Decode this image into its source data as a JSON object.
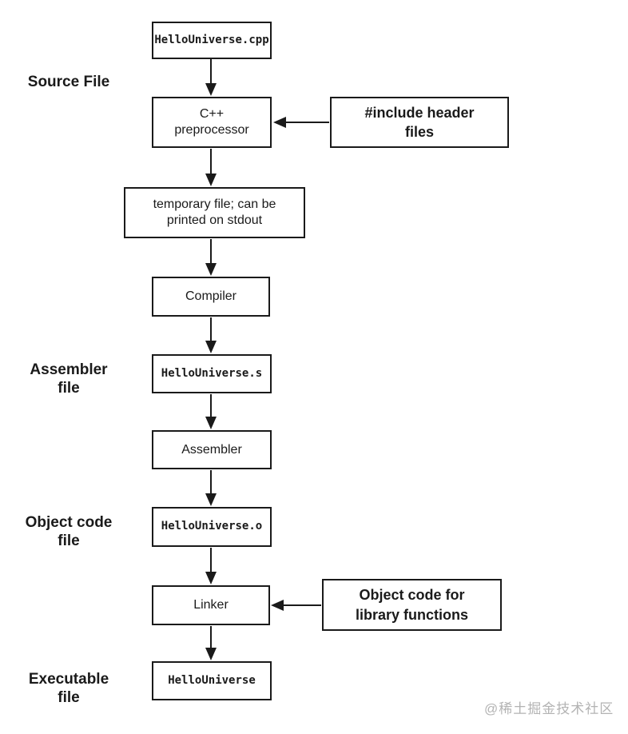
{
  "diagram": {
    "stage_labels": {
      "source_file": "Source File",
      "assembler_file": "Assembler\nfile",
      "object_code_file": "Object code\nfile",
      "executable_file": "Executable\nfile"
    },
    "nodes": {
      "source": "HelloUniverse.cpp",
      "preprocessor": "C++\npreprocessor",
      "include_headers": "#include header\nfiles",
      "temp_file": "temporary file; can be\nprinted on stdout",
      "compiler": "Compiler",
      "assembly_file": "HelloUniverse.s",
      "assembler": "Assembler",
      "object_file": "HelloUniverse.o",
      "linker": "Linker",
      "library_objects": "Object code for\nlibrary functions",
      "executable": "HelloUniverse"
    },
    "watermark": "@稀土掘金技术社区",
    "colors": {
      "box_border": "#1a1a1a",
      "text": "#1a1a1a",
      "watermark": "#b3b3b3",
      "background": "#ffffff"
    }
  }
}
